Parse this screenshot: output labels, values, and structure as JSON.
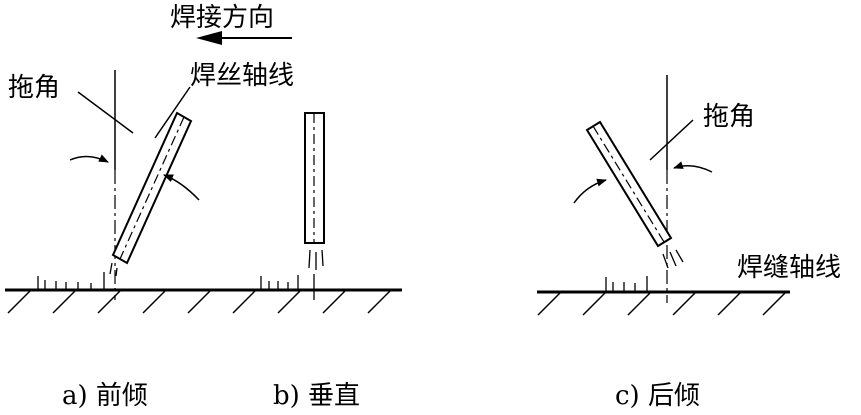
{
  "labels": {
    "welding_direction": "焊接方向",
    "drag_angle_a": "拖角",
    "wire_axis": "焊丝轴线",
    "drag_angle_c": "拖角",
    "weld_axis": "焊缝轴线"
  },
  "captions": {
    "a": "a) 前倾",
    "b": "b) 垂直",
    "c": "c) 后倾"
  }
}
